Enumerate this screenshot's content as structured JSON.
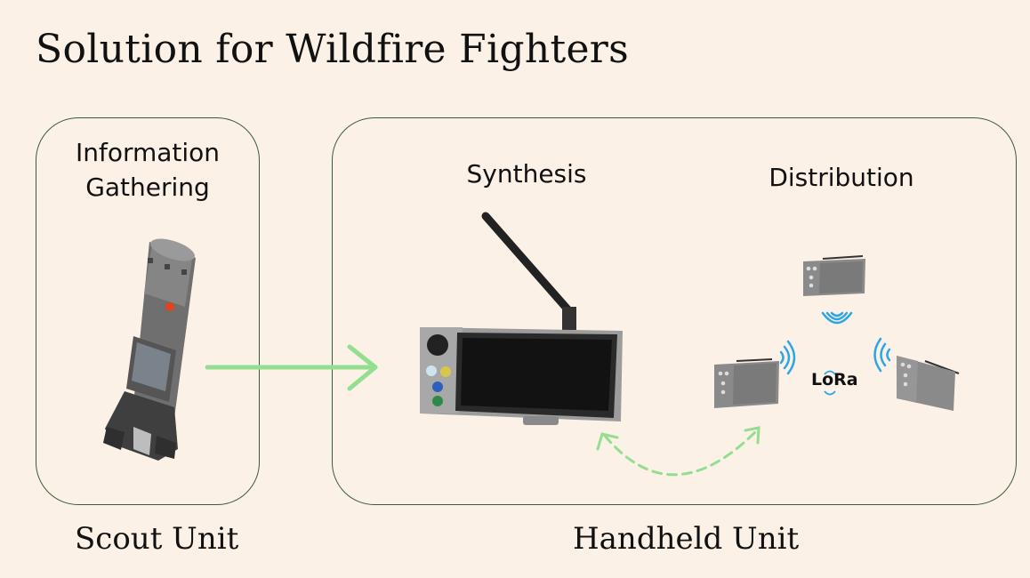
{
  "title": "Solution for Wildfire Fighters",
  "scout_panel": {
    "heading": "Information\nGathering",
    "caption": "Scout Unit"
  },
  "handheld_panel": {
    "synthesis_heading": "Synthesis",
    "distribution_heading": "Distribution",
    "caption": "Handheld Unit",
    "radio_label": "LoRa"
  },
  "colors": {
    "background": "#fbf1e7",
    "panel_border": "#3e5a3a",
    "arrow_green": "#93df8f",
    "signal_blue": "#2ea6e6",
    "device_gray": "#8a8a8a"
  },
  "icons": [
    "scout-device-image",
    "handheld-device-image",
    "antenna-icon",
    "wifi-signal-icon",
    "flow-arrow-icon"
  ]
}
